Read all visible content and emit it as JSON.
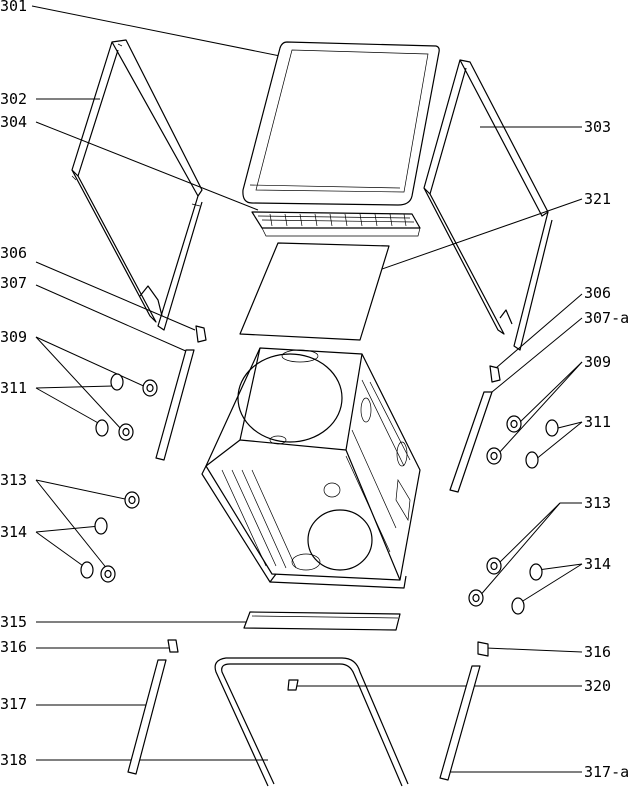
{
  "labels": {
    "l301": "301",
    "l302": "302",
    "l303": "303",
    "l304": "304",
    "l306_left": "306",
    "l306_right": "306",
    "l307": "307",
    "l307a": "307-a",
    "l309_left": "309",
    "l309_right": "309",
    "l311_left": "311",
    "l311_right": "311",
    "l313_left": "313",
    "l313_right": "313",
    "l314_left": "314",
    "l314_right": "314",
    "l315": "315",
    "l316_left": "316",
    "l316_right": "316",
    "l317": "317",
    "l317a": "317-a",
    "l318": "318",
    "l320": "320",
    "l321": "321"
  }
}
